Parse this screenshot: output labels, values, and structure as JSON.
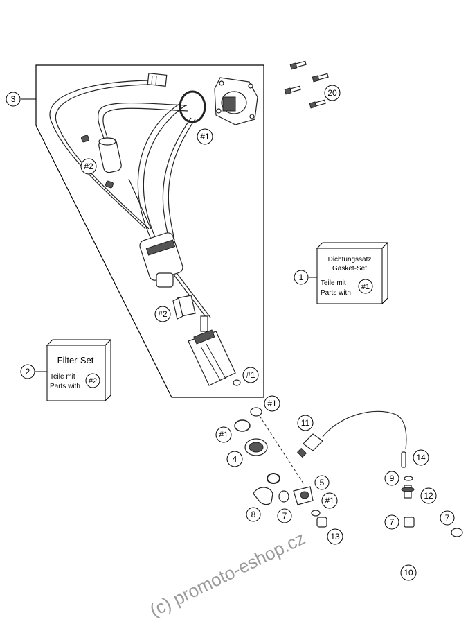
{
  "callouts": {
    "c1": "1",
    "c2": "2",
    "c3": "3",
    "c4": "4",
    "c5": "5",
    "c7a": "7",
    "c7b": "7",
    "c7c": "7",
    "c8": "8",
    "c9": "9",
    "c10": "10",
    "c11": "11",
    "c12": "12",
    "c13": "13",
    "c14": "14",
    "c20": "20",
    "h1_seal": "#1",
    "h1_pump": "#1",
    "h1_oring_top": "#1",
    "h1_oring_left": "#1",
    "h1_adapter": "#1",
    "h2_filter": "#2",
    "h2_clip": "#2"
  },
  "kits": {
    "gasket": {
      "title_de": "Dichtungssatz",
      "title_en": "Gasket-Set",
      "line1": "Teile mit",
      "line2": "Parts with",
      "ref": "#1"
    },
    "filter": {
      "title": "Filter-Set",
      "line1": "Teile mit",
      "line2": "Parts with",
      "ref": "#2"
    }
  },
  "watermark": "(c) promoto-eshop.cz"
}
